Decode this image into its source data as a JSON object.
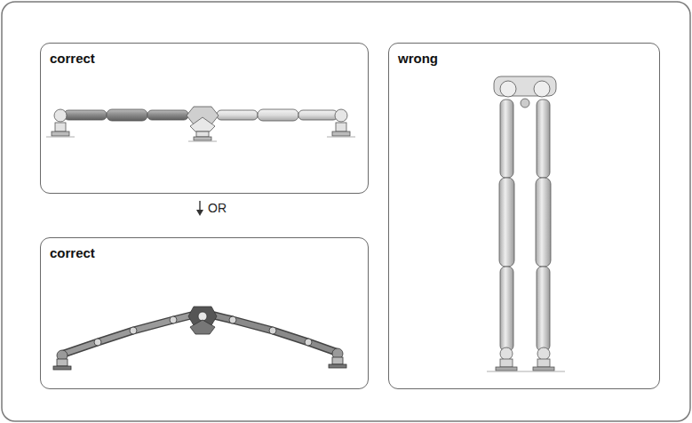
{
  "diagram": {
    "nodes": [
      {
        "text": [
          "correct"
        ]
      },
      {
        "text": [
          "correct"
        ]
      },
      {
        "text": [
          "wrong"
        ]
      }
    ],
    "labels": [
      "OR"
    ]
  }
}
